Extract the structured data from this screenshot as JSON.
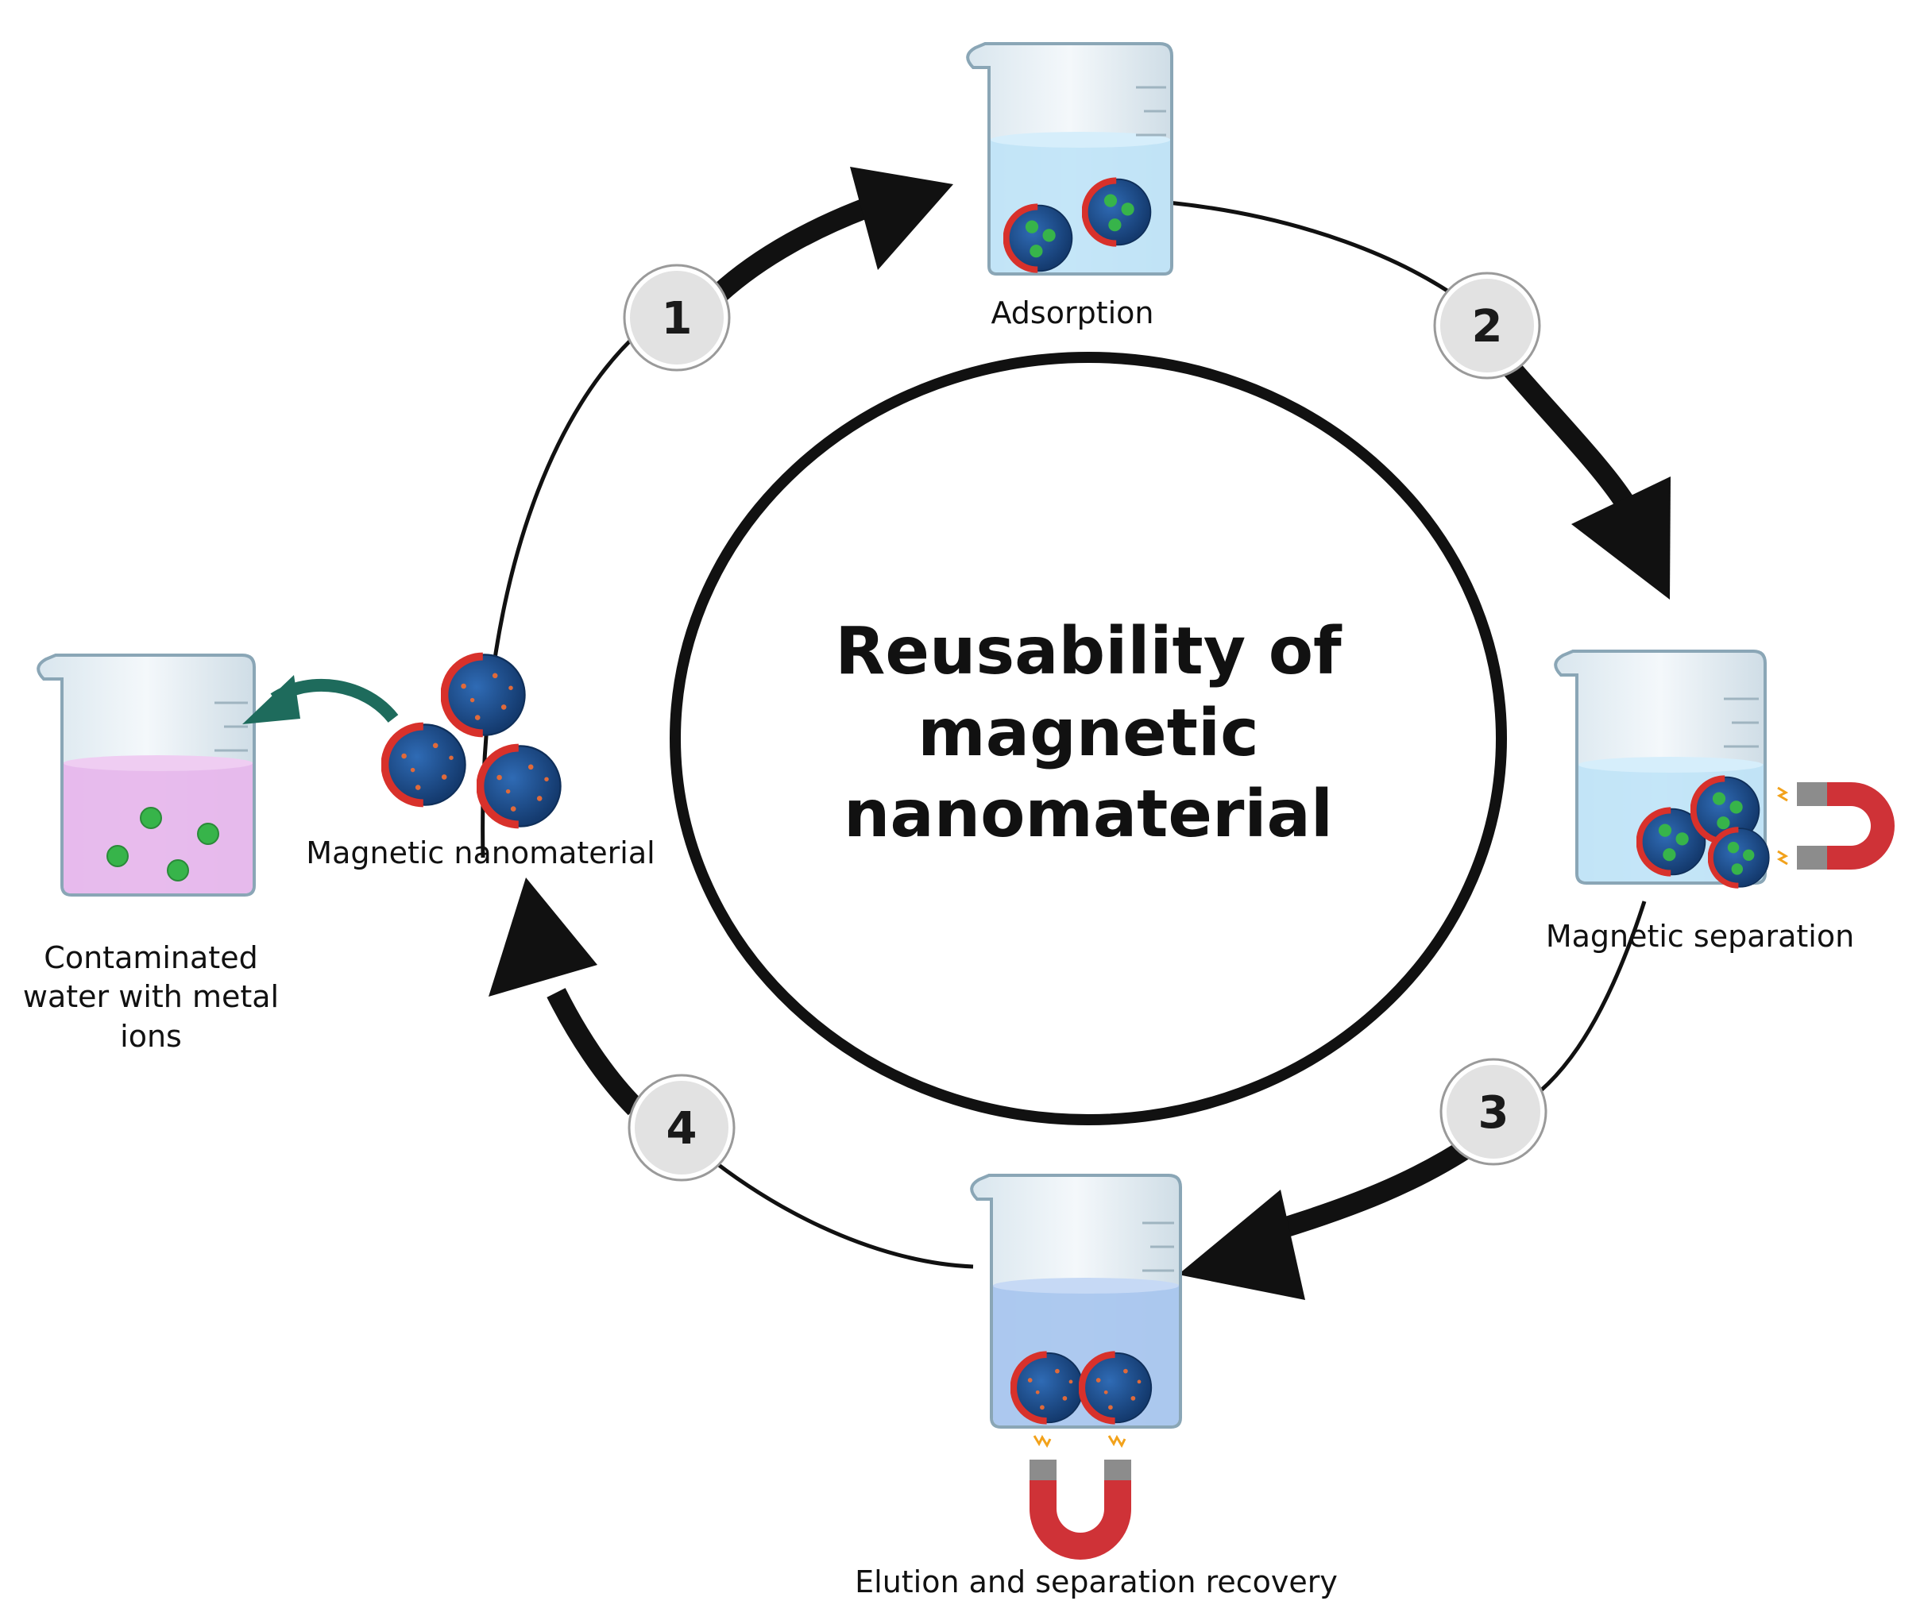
{
  "title": {
    "line1": "Reusability of",
    "line2": "magnetic",
    "line3": "nanomaterial"
  },
  "steps": [
    {
      "number": "1",
      "label": "Adsorption"
    },
    {
      "number": "2",
      "label": "Magnetic separation"
    },
    {
      "number": "3",
      "label": "Elution and separation recovery"
    },
    {
      "number": "4",
      "label": "Magnetic nanomaterial"
    }
  ],
  "contaminated": {
    "line1": "Contaminated",
    "line2": "water with metal",
    "line3": "ions"
  },
  "colors": {
    "arrow": "#1a1a1a",
    "water_blue": "#bfe3f7",
    "water_purple": "#e7b7ec",
    "particle_core": "#1f4c8c",
    "particle_shell": "#d8312b",
    "ion_green": "#37b44a",
    "magnet_red": "#cf3237",
    "magnet_tip": "#8c8c8c",
    "recycle_arrow": "#1e6b5c",
    "badge_fill": "#e2e2e2"
  }
}
